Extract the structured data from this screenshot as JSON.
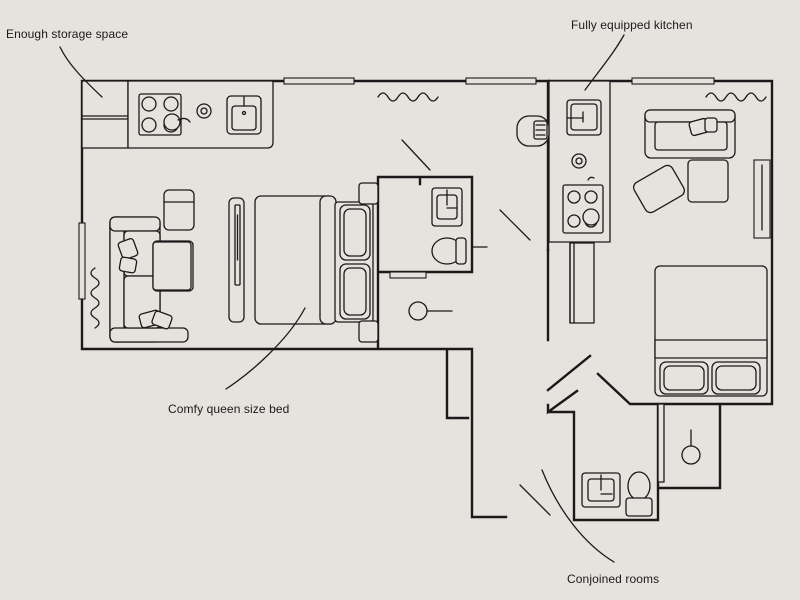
{
  "annotations": {
    "storage": "Enough storage space",
    "kitchen": "Fully equipped kitchen",
    "bed": "Comfy queen size bed",
    "conjoined": "Conjoined rooms"
  },
  "colors": {
    "background": "#e6e3df",
    "line": "#1a1a1a"
  }
}
